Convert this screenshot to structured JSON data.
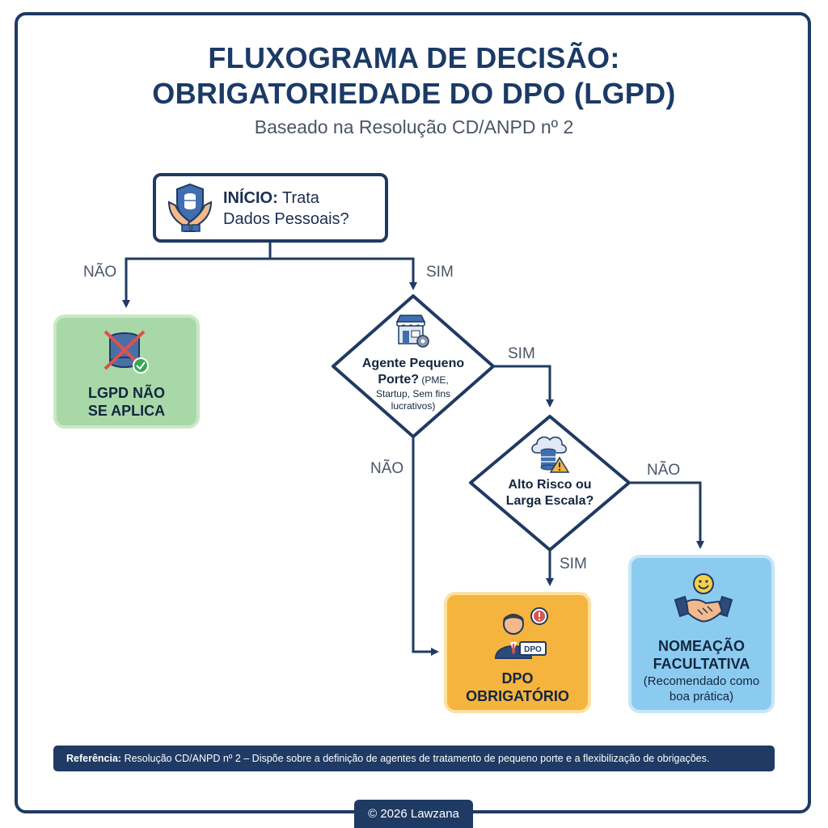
{
  "header": {
    "title_line1": "FLUXOGRAMA DE DECISÃO:",
    "title_line2": "OBRIGATORIEDADE DO DPO (LGPD)",
    "subtitle": "Baseado na Resolução CD/ANPD nº 2"
  },
  "start": {
    "label_bold": "INÍCIO:",
    "label_line1": " Trata",
    "label_line2": "Dados Pessoais?"
  },
  "edges": {
    "start_no": "NÃO",
    "start_yes": "SIM",
    "small_yes": "SIM",
    "small_no": "NÃO",
    "risk_no": "NÃO",
    "risk_yes": "SIM"
  },
  "decision_small": {
    "line1": "Agente Pequeno",
    "line2": "Porte?",
    "line2_small": " (PME,",
    "line3": "Startup, Sem fins",
    "line4": "lucrativos)"
  },
  "decision_risk": {
    "line1": "Alto Risco ou",
    "line2": "Larga Escala?"
  },
  "result_not_applicable": {
    "line1": "LGPD NÃO",
    "line2": "SE APLICA"
  },
  "result_mandatory": {
    "badge": "DPO",
    "line1": "DPO",
    "line2": "OBRIGATÓRIO"
  },
  "result_optional": {
    "line1": "NOMEAÇÃO",
    "line2": "FACULTATIVA",
    "line3": "(Recomendado como",
    "line4": "boa prática)"
  },
  "reference": {
    "label": "Referência:",
    "text": " Resolução CD/ANPD nº 2 – Dispõe sobre a definição de agentes de tratamento de pequeno porte e a flexibilização de obrigações."
  },
  "footer": {
    "text": "© 2026 Lawzana"
  },
  "colors": {
    "navy": "#1f3a63",
    "green": "#a9d8a8",
    "orange": "#f5b43d",
    "blue": "#8ccbf0"
  }
}
